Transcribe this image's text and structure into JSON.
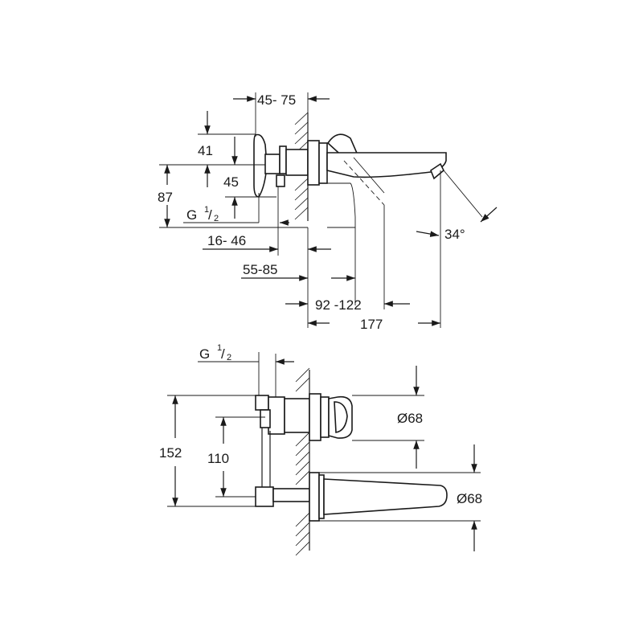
{
  "side_view": {
    "dim_top": "45- 75",
    "dim_41": "41",
    "dim_45": "45",
    "dim_87": "87",
    "dim_thread_g": "G",
    "dim_thread_frac_num": "1",
    "dim_thread_frac_den": "2",
    "dim_16_46": "16- 46",
    "dim_55_85": "55-85",
    "dim_92_122": "92 -122",
    "dim_177": "177",
    "dim_angle": "34°"
  },
  "front_view": {
    "dim_thread_g": "G",
    "dim_thread_frac_num": "1",
    "dim_thread_frac_den": "2",
    "dim_152": "152",
    "dim_110": "110",
    "dim_diam_upper": "Ø68",
    "dim_diam_lower": "Ø68"
  }
}
